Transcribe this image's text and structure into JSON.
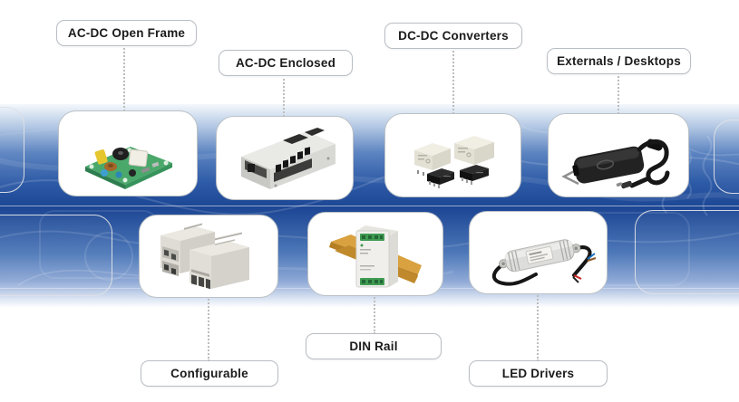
{
  "banner": {
    "description_colors": {
      "band_blue_dark": "#1d4896",
      "band_blue_mid": "#4d78b8",
      "card_border": "#bcc1c6",
      "label_border": "#b9bec4",
      "label_text": "#1b1b1b",
      "connector_dot": "#bdbdbd"
    },
    "categories": [
      {
        "id": "ac-dc-open-frame",
        "label": "AC-DC Open Frame",
        "image": "open-frame-psu"
      },
      {
        "id": "ac-dc-enclosed",
        "label": "AC-DC Enclosed",
        "image": "enclosed-psu"
      },
      {
        "id": "dc-dc-converters",
        "label": "DC-DC Converters",
        "image": "dc-dc-converter-modules"
      },
      {
        "id": "externals-desktops",
        "label": "Externals / Desktops",
        "image": "desktop-adapter"
      },
      {
        "id": "configurable",
        "label": "Configurable",
        "image": "configurable-psu"
      },
      {
        "id": "din-rail",
        "label": "DIN Rail",
        "image": "din-rail-psu"
      },
      {
        "id": "led-drivers",
        "label": "LED Drivers",
        "image": "led-driver"
      }
    ]
  }
}
